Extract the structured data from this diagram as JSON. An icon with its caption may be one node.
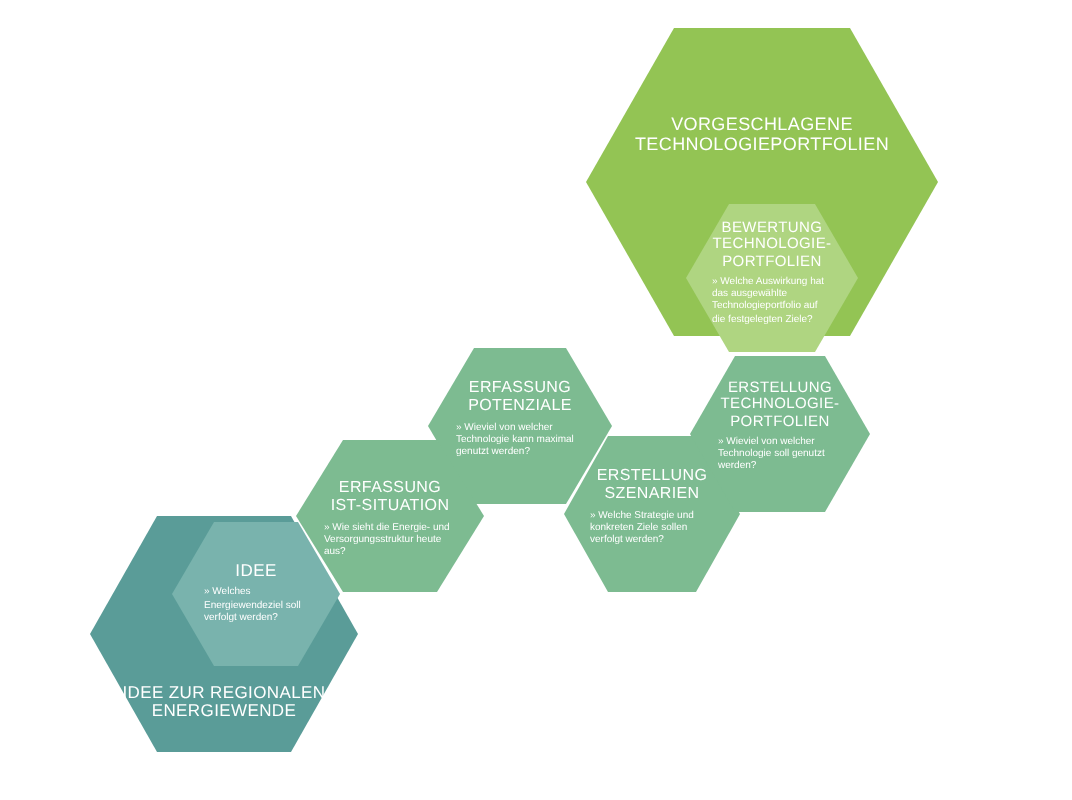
{
  "diagram": {
    "nodes": [
      {
        "text": [
          "IDEE ZUR REGIONALEN ENERGIEWENDE"
        ]
      },
      {
        "text": [
          "IDEE",
          "» Welches Energiewendeziel soll verfolgt werden?"
        ],
        "in": 0
      },
      {
        "text": [
          "ERFASSUNG IST-SITUATION",
          "» Wie sieht die Energie- und Versorgungsstruktur heute aus?"
        ]
      },
      {
        "text": [
          "ERFASSUNG POTENZIALE",
          "» Wieviel von welcher Technologie kann maximal genutzt werden?"
        ]
      },
      {
        "text": [
          "ERSTELLUNG SZENARIEN",
          "» Welche Strategie und konkreten Ziele sollen verfolgt werden?"
        ]
      },
      {
        "text": [
          "ERSTELLUNG TECHNOLOGIE-PORTFOLIEN",
          "» Wieviel von welcher Technologie soll genutzt werden?"
        ]
      },
      {
        "text": [
          "VORGESCHLAGENE TECHNOLOGIEPORTFOLIEN"
        ]
      },
      {
        "text": [
          "BEWERTUNG TECHNOLOGIE-PORTFOLIEN",
          "» Welche Auswirkung hat das ausgewählte Technologieportfolio auf die festgelegten Ziele?"
        ],
        "in": 6
      }
    ]
  }
}
